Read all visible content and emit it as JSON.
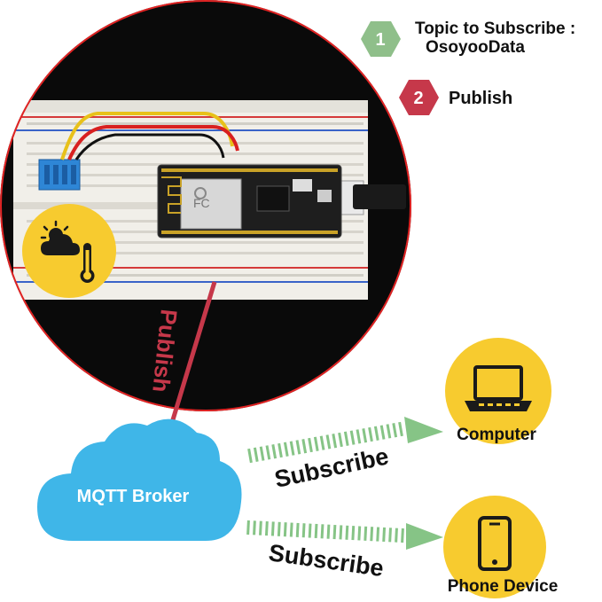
{
  "legend": {
    "step1": {
      "number": "1",
      "text_line1": "Topic to Subscribe :",
      "text_line2": "OsoyooData",
      "color": "#8fbf8a"
    },
    "step2": {
      "number": "2",
      "text": "Publish",
      "color": "#c6384a"
    }
  },
  "flow": {
    "publish_label": "Publish",
    "publish_color": "#c6384a",
    "subscribe_top_label": "Subscribe",
    "subscribe_bottom_label": "Subscribe",
    "subscribe_arrow_color": "#86c486"
  },
  "nodes": {
    "broker": {
      "label": "MQTT Broker",
      "color": "#3fb6e8"
    },
    "computer": {
      "label": "Computer",
      "color": "#f7cb2f"
    },
    "phone": {
      "label": "Phone Device",
      "color": "#f7cb2f"
    },
    "sensor_badge": {
      "color": "#f7cb2f"
    }
  },
  "icons": {
    "sensor": "weather-thermometer-icon",
    "computer": "laptop-icon",
    "phone": "smartphone-icon",
    "board": "esp8266-breadboard-photo"
  }
}
